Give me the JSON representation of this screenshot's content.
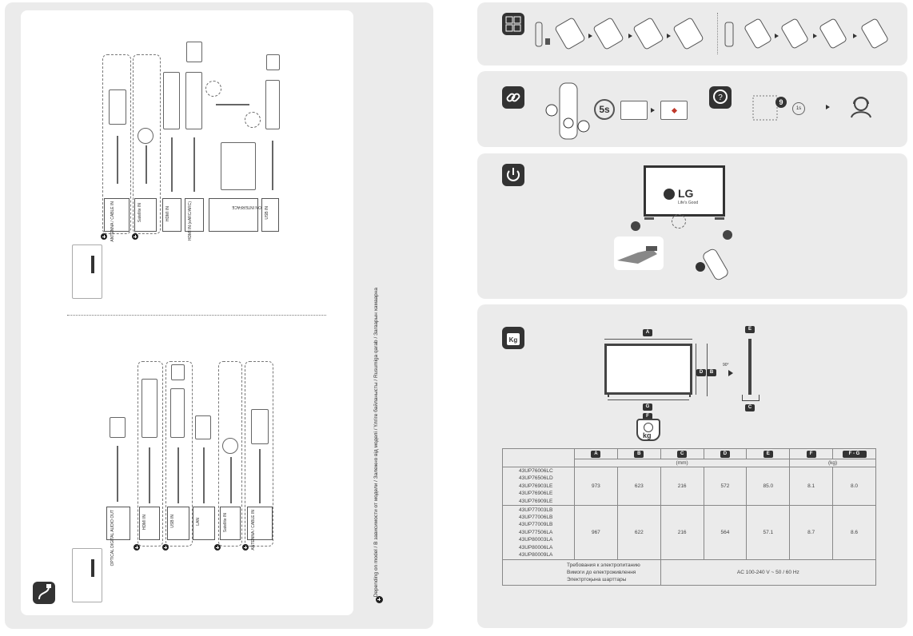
{
  "left_page": {
    "ports_top": [
      {
        "label": "ANTENNA / CABLE IN"
      },
      {
        "label": "Satellite IN"
      },
      {
        "label": "HDMI IN"
      },
      {
        "label": "HDMI IN (eARC/ARC)"
      },
      {
        "label": "COMMON INTERFACE"
      },
      {
        "label": "USB IN"
      }
    ],
    "ports_bottom": [
      {
        "label": "OPTICAL DIGITAL AUDIO OUT"
      },
      {
        "label": "HDMI IN"
      },
      {
        "label": "USB IN"
      },
      {
        "label": "LAN"
      },
      {
        "label": "Satellite IN"
      },
      {
        "label": "ANTENNA / CABLE IN"
      }
    ],
    "depending_note": "Depending on model / В зависимости от модели / Залежно від моделі / Үлгіге байланысты / Rusumiga qarab / Загварын хамаарна"
  },
  "setup_panel": {
    "timer_label": "5s",
    "support_badge": "9",
    "support_timer": "1s"
  },
  "power_panel": {
    "brand": "LG",
    "tagline": "Life's Good"
  },
  "dimensions_panel": {
    "icon_text": "Kg",
    "labels": {
      "a": "A",
      "b": "B",
      "c": "C",
      "d": "D",
      "e": "E",
      "f": "F",
      "g": "G"
    },
    "rotate_label": "90°",
    "scale_text": "kg"
  },
  "spec_table": {
    "headers": [
      "A",
      "B",
      "C",
      "D",
      "E",
      "F",
      "F - G"
    ],
    "unit_mm": "(mm)",
    "unit_kg": "(kg)",
    "rows": [
      {
        "models": [
          "43UP76006LC",
          "43UP76506LD",
          "43UP76903LE",
          "43UP76906LE",
          "43UP76909LE"
        ],
        "values": [
          "973",
          "623",
          "216",
          "572",
          "85.0",
          "8.1",
          "8.0"
        ]
      },
      {
        "models": [
          "43UP77003LB",
          "43UP77006LB",
          "43UP77009LB",
          "43UP77506LA",
          "43UP80003LA",
          "43UP80006LA",
          "43UP80009LA"
        ],
        "values": [
          "967",
          "622",
          "216",
          "564",
          "57.1",
          "8.7",
          "8.6"
        ]
      }
    ],
    "power_label": [
      "Требования к электропитанию",
      "Вимоги до електроживлення",
      "Электртоқына шарттары"
    ],
    "power_value": "AC 100-240 V ~ 50 / 60 Hz"
  }
}
